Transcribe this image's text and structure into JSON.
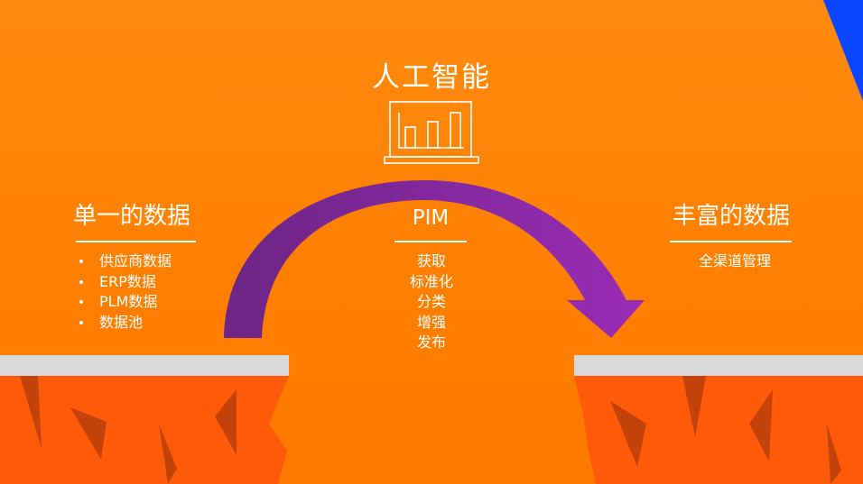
{
  "center": {
    "title": "人工智能",
    "icon": "bar-chart-laptop-icon"
  },
  "left": {
    "title": "单一的数据",
    "items": [
      "供应商数据",
      "ERP数据",
      "PLM数据",
      "数据池"
    ]
  },
  "middle": {
    "title": "PIM",
    "steps": [
      "获取",
      "标准化",
      "分类",
      "增强",
      "发布"
    ]
  },
  "right": {
    "title": "丰富的数据",
    "items": [
      "全渠道管理"
    ]
  },
  "colors": {
    "background": "#ff8000",
    "cliff": "#ff5a0a",
    "ledge": "#d9d9d9",
    "arrow_start": "#6c2585",
    "arrow_end": "#9a2cb5",
    "corner_accent": "#0a46ff"
  }
}
